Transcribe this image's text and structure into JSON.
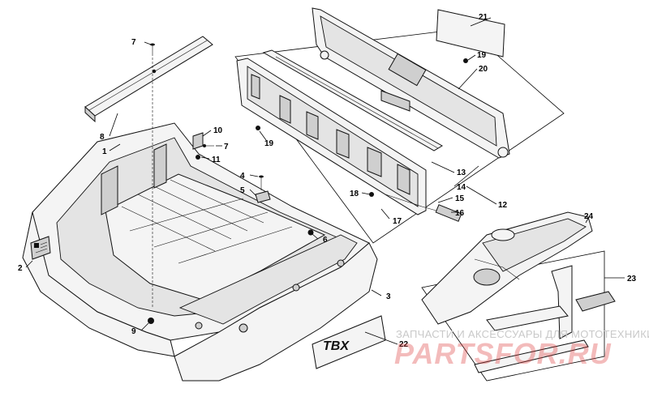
{
  "diagram": {
    "callouts": [
      {
        "id": "c1",
        "text": "1"
      },
      {
        "id": "c2",
        "text": "2"
      },
      {
        "id": "c3",
        "text": "3"
      },
      {
        "id": "c4",
        "text": "4"
      },
      {
        "id": "c5",
        "text": "5"
      },
      {
        "id": "c6",
        "text": "6"
      },
      {
        "id": "c7a",
        "text": "7"
      },
      {
        "id": "c7b",
        "text": "7"
      },
      {
        "id": "c8",
        "text": "8"
      },
      {
        "id": "c9",
        "text": "9"
      },
      {
        "id": "c10",
        "text": "10"
      },
      {
        "id": "c11",
        "text": "11"
      },
      {
        "id": "c12",
        "text": "12"
      },
      {
        "id": "c13",
        "text": "13"
      },
      {
        "id": "c14",
        "text": "14"
      },
      {
        "id": "c15",
        "text": "15"
      },
      {
        "id": "c16",
        "text": "16"
      },
      {
        "id": "c17",
        "text": "17"
      },
      {
        "id": "c18",
        "text": "18"
      },
      {
        "id": "c19a",
        "text": "19"
      },
      {
        "id": "c19b",
        "text": "19"
      },
      {
        "id": "c20",
        "text": "20"
      },
      {
        "id": "c21",
        "text": "21"
      },
      {
        "id": "c22",
        "text": "22"
      },
      {
        "id": "c23",
        "text": "23"
      },
      {
        "id": "c24",
        "text": "24"
      }
    ],
    "decal_text": "TBX",
    "watermark_text": "ЗАПЧАСТИ И АКСЕССУАРЫ ДЛЯ МОТОТЕХНИКИ",
    "watermark_logo": "PARTSFOR.RU",
    "colors": {
      "line": "#000000",
      "watermark_text": "#c9c9c9",
      "watermark_logo": "#dc3c3c"
    }
  }
}
